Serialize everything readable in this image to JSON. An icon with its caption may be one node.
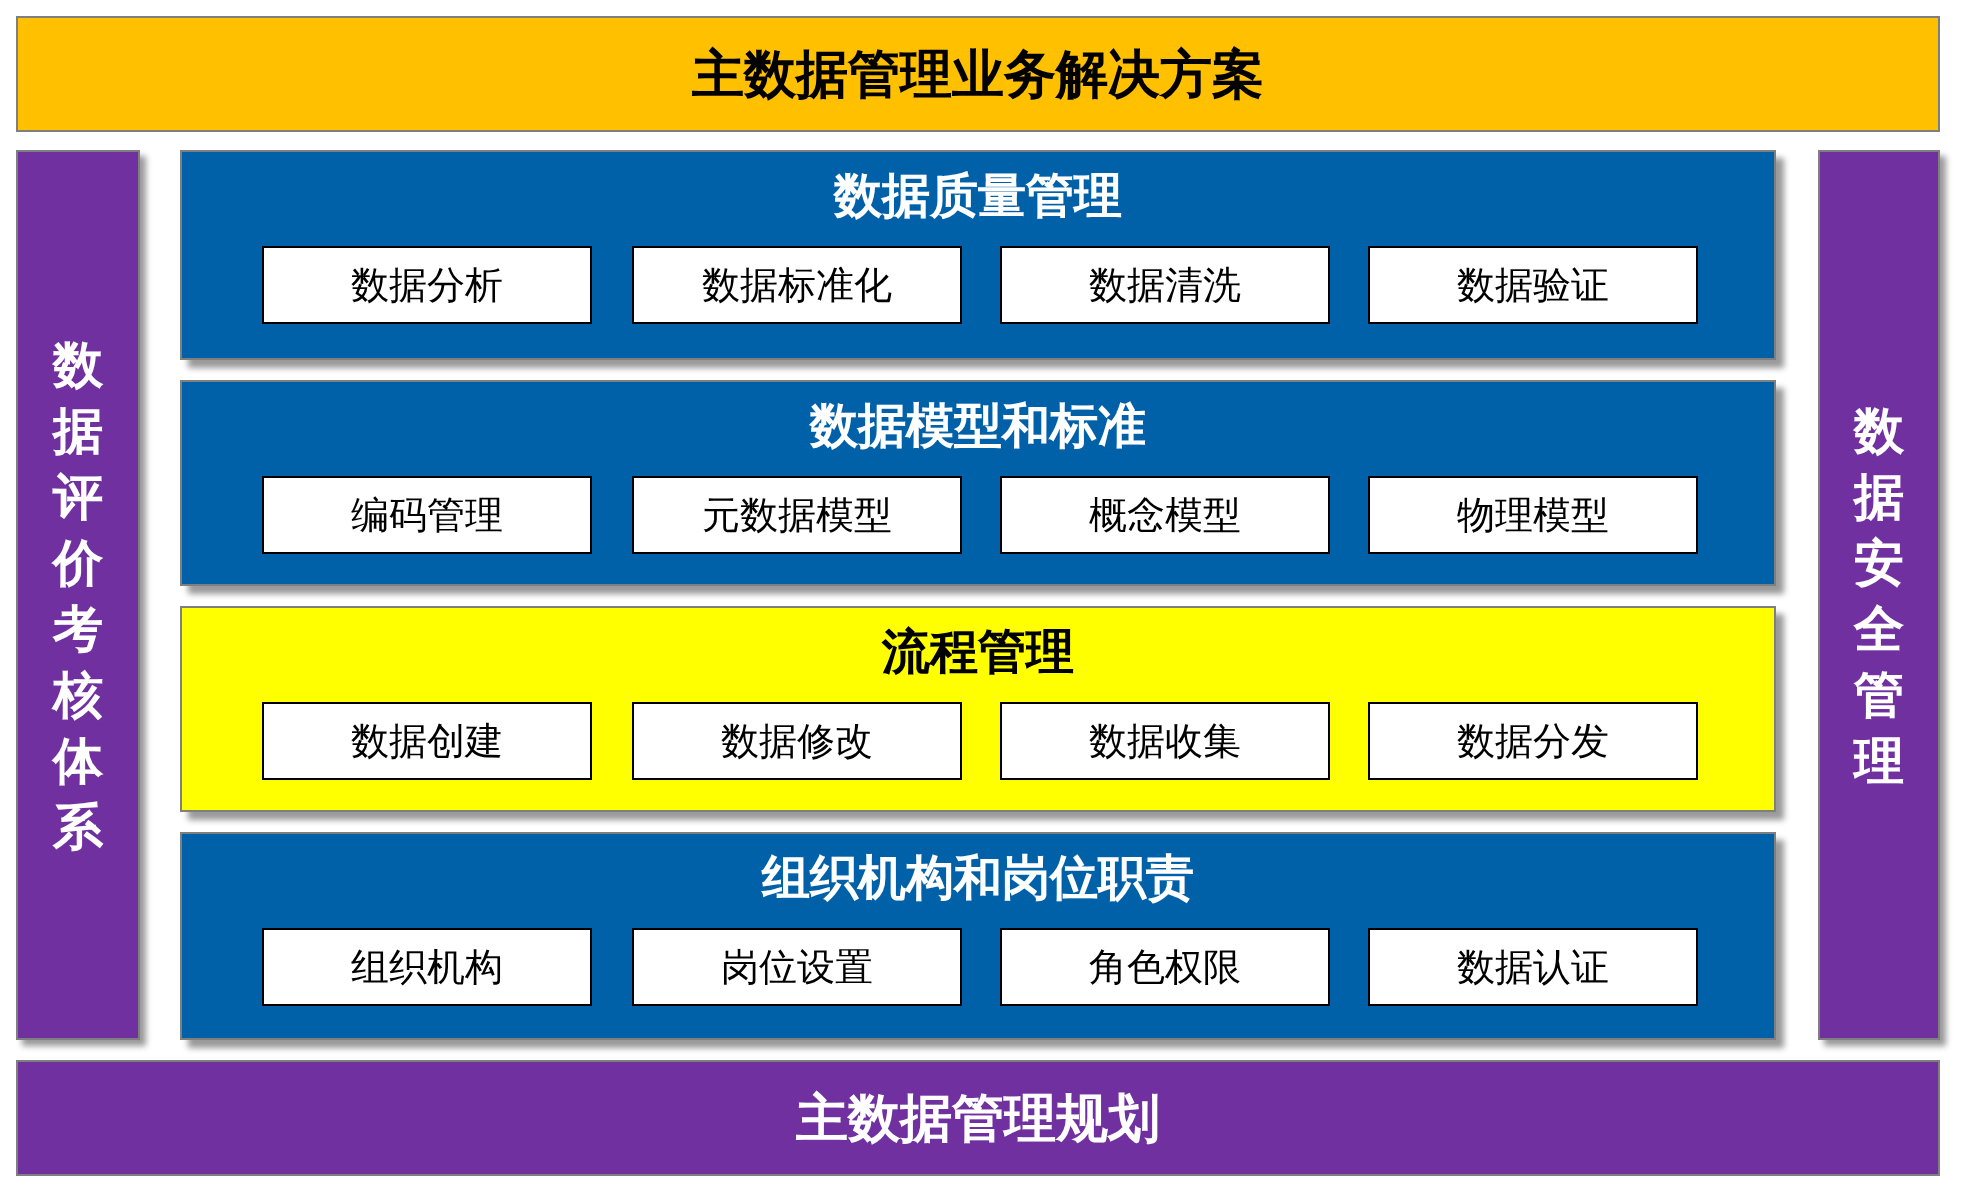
{
  "diagram": {
    "nodes": [
      {
        "text": [
          "主数据管理业务解决方案"
        ]
      },
      {
        "text": [
          "数据评价考核体系"
        ]
      },
      {
        "text": [
          "数据质量管理"
        ]
      },
      {
        "text": [
          "数据分析"
        ],
        "in": 2
      },
      {
        "text": [
          "数据标准化"
        ],
        "in": 2
      },
      {
        "text": [
          "数据清洗"
        ],
        "in": 2
      },
      {
        "text": [
          "数据验证"
        ],
        "in": 2
      },
      {
        "text": [
          "数据模型和标准"
        ]
      },
      {
        "text": [
          "编码管理"
        ],
        "in": 7
      },
      {
        "text": [
          "元数据模型"
        ],
        "in": 7
      },
      {
        "text": [
          "概念模型"
        ],
        "in": 7
      },
      {
        "text": [
          "物理模型"
        ],
        "in": 7
      },
      {
        "text": [
          "流程管理"
        ]
      },
      {
        "text": [
          "数据创建"
        ],
        "in": 12
      },
      {
        "text": [
          "数据修改"
        ],
        "in": 12
      },
      {
        "text": [
          "数据收集"
        ],
        "in": 12
      },
      {
        "text": [
          "数据分发"
        ],
        "in": 12
      },
      {
        "text": [
          "组织机构和岗位职责"
        ]
      },
      {
        "text": [
          "组织机构"
        ],
        "in": 17
      },
      {
        "text": [
          "岗位设置"
        ],
        "in": 17
      },
      {
        "text": [
          "角色权限"
        ],
        "in": 17
      },
      {
        "text": [
          "数据认证"
        ],
        "in": 17
      },
      {
        "text": [
          "数据安全管理"
        ]
      },
      {
        "text": [
          "主数据管理规划"
        ]
      }
    ],
    "edges": []
  }
}
